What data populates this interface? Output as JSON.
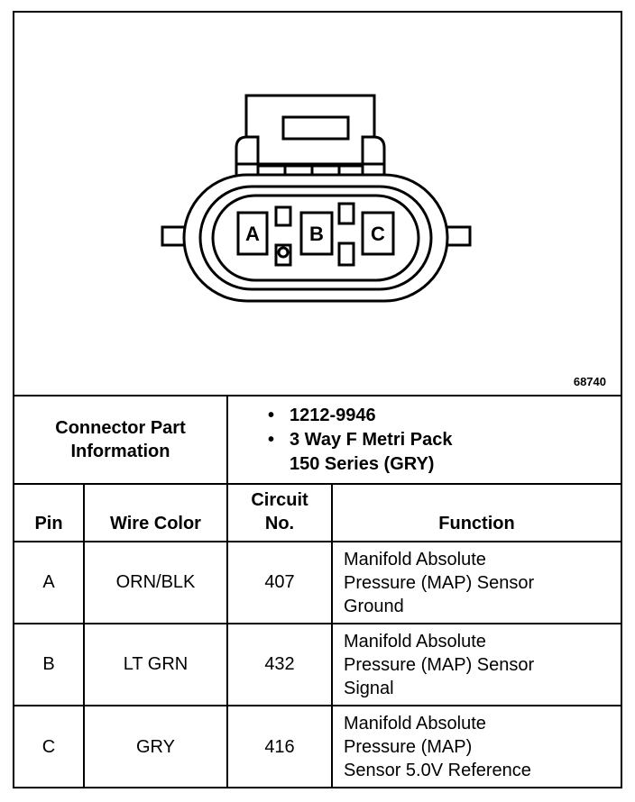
{
  "figure": {
    "id": "68740"
  },
  "connector_info": {
    "label_line1": "Connector Part",
    "label_line2": "Information",
    "items": [
      "1212-9946",
      "3 Way F Metri Pack",
      "150 Series (GRY)"
    ]
  },
  "connector_pins": [
    "A",
    "B",
    "C"
  ],
  "table": {
    "headers": {
      "pin": "Pin",
      "wire_color": "Wire Color",
      "circuit_line1": "Circuit",
      "circuit_line2": "No.",
      "function": "Function"
    },
    "rows": [
      {
        "pin": "A",
        "wire_color": "ORN/BLK",
        "circuit": "407",
        "function": [
          "Manifold Absolute",
          "Pressure (MAP) Sensor",
          "Ground"
        ]
      },
      {
        "pin": "B",
        "wire_color": "LT GRN",
        "circuit": "432",
        "function": [
          "Manifold Absolute",
          "Pressure (MAP) Sensor",
          "Signal"
        ]
      },
      {
        "pin": "C",
        "wire_color": "GRY",
        "circuit": "416",
        "function": [
          "Manifold Absolute",
          "Pressure (MAP)",
          "Sensor 5.0V Reference"
        ]
      }
    ]
  }
}
